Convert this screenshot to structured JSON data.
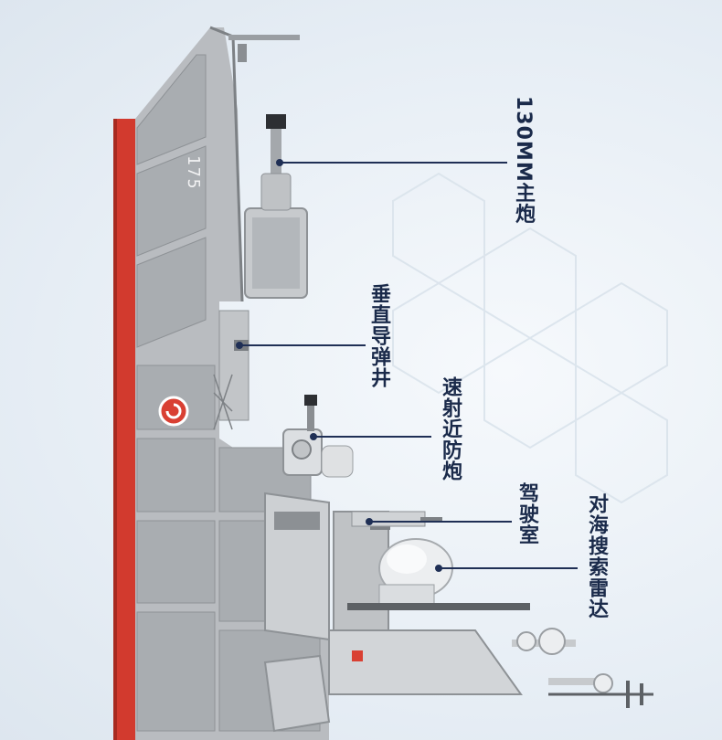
{
  "hull_number": "175",
  "callouts": [
    {
      "id": "main-gun",
      "label": "130MM主炮"
    },
    {
      "id": "vls",
      "label": "垂直导弹井"
    },
    {
      "id": "ciws",
      "label": "速射近防炮"
    },
    {
      "id": "bridge",
      "label": "驾驶室"
    },
    {
      "id": "radar",
      "label": "对海搜索雷达"
    }
  ],
  "colors": {
    "hull": "#b9bcc0",
    "hull_dark": "#8e9296",
    "hull_stripe": "#d23a2e",
    "label_text": "#1a2a4a",
    "leader_line": "#1f2f55"
  }
}
